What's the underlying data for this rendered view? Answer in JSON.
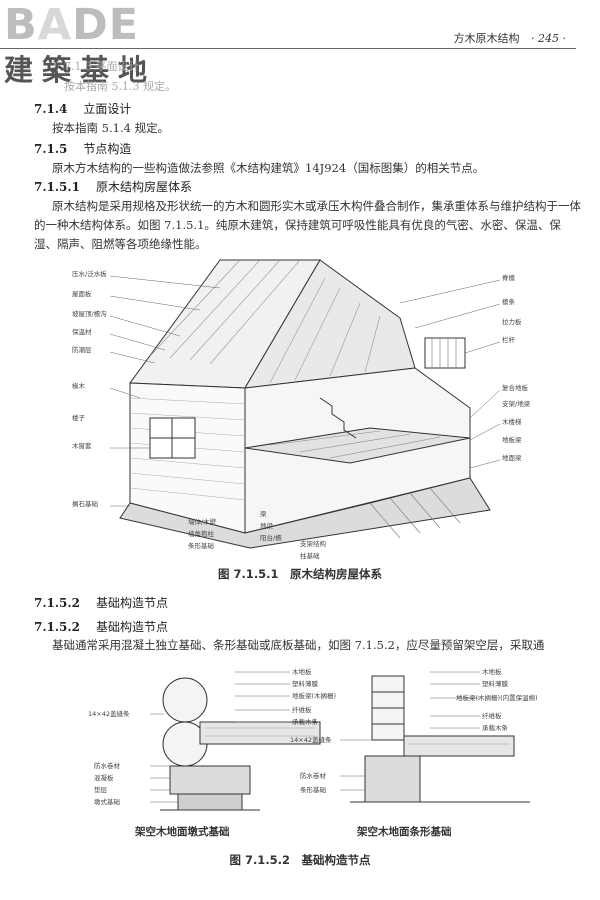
{
  "logo": {
    "brand_pre": "B",
    "brand_accent": "A",
    "brand_post": "DE",
    "brand_sub": "建築基地"
  },
  "running_head": {
    "title": "方木原木结构",
    "page": "· 245 ·"
  },
  "faded_lines": [
    "7.1.3  平面设计",
    "按本指南 5.1.3 规定。"
  ],
  "sections": [
    {
      "num": "7.1.4",
      "title": "立面设计"
    },
    {
      "num": "7.1.5",
      "title": "节点构造"
    },
    {
      "num": "7.1.5.1",
      "title": "原木结构房屋体系"
    },
    {
      "num": "7.1.5.2",
      "title": "基础构造节点"
    },
    {
      "num": "7.1.5.2",
      "title": "基础构造节点"
    }
  ],
  "paragraphs": {
    "p714": "按本指南 5.1.4 规定。",
    "p715": "原木方木结构的一些构造做法参照《木结构建筑》14J924（国标图集）的相关节点。",
    "p7151": "原木结构是采用规格及形状统一的方木和圆形实木或承压木构件叠合制作，集承重体系与维护结构于一体的一种木结构体系。如图 7.1.5.1。纯原木建筑，保持建筑可呼吸性能具有优良的气密、水密、保温、保湿、隔声、阻燃等各项绝缘性能。",
    "p7152": "基础通常采用混凝土独立基础、条形基础或底板基础，如图 7.1.5.2，应尽量预留架空层，采取通"
  },
  "figure1": {
    "caption": "图 7.1.5.1　原木结构房屋体系",
    "labels_left": [
      "压水/泛水板",
      "屋面板",
      "坡屋顶/檐沟",
      "保温材",
      "防潮层",
      "椽木",
      "楼子",
      "木窗套",
      "搁石基础"
    ],
    "labels_right": [
      "脊檩",
      "檩条",
      "拉力板",
      "栏杆",
      "复合地板",
      "支架/地梁",
      "木楼梯",
      "地板梁",
      "地面梁"
    ],
    "labels_bottom": [
      "墙体/木壁",
      "墙角抱柱",
      "条形基础",
      "梁",
      "地梁",
      "阳台/檐",
      "支架结构",
      "柱基础"
    ]
  },
  "figure2": {
    "caption": "图 7.1.5.2　基础构造节点",
    "left": {
      "title": "架空木地面墩式基础",
      "labels_top": [
        "木地板",
        "塑料薄膜",
        "地板梁(木搁栅)",
        "纤维板",
        "承载木条"
      ],
      "labels_left": [
        "14×42盖缝条",
        "防水卷材",
        "混凝板",
        "垫层",
        "墩式基础"
      ]
    },
    "right": {
      "title": "架空木地面条形基础",
      "labels_top": [
        "木地板",
        "塑料薄膜",
        "地板梁(木搁栅)(内置保温棉)",
        "纤维板",
        "承载木条"
      ],
      "labels_left": [
        "14×42盖缝条",
        "防水卷材",
        "条形基础"
      ]
    }
  }
}
